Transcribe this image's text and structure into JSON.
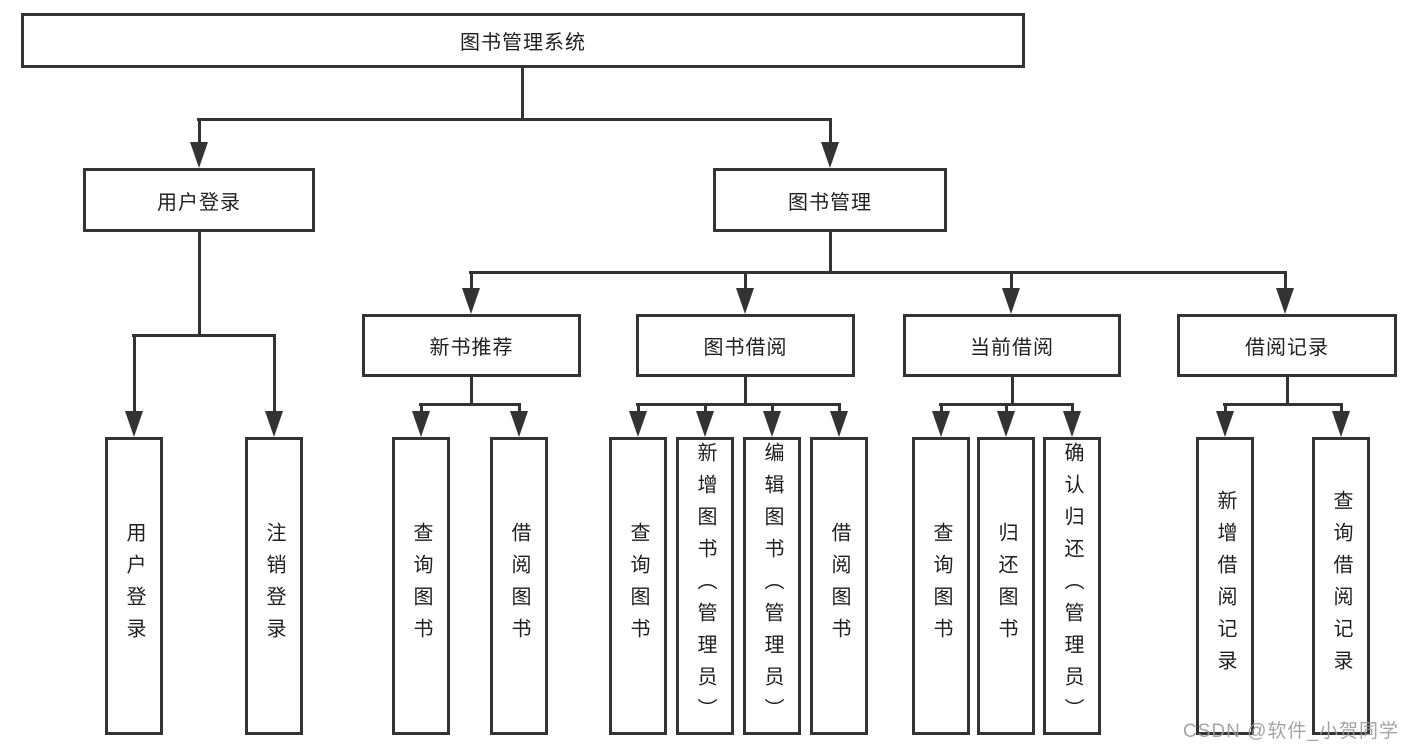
{
  "colors": {
    "line": "#333333",
    "text": "#1f1f1f",
    "box_background": "#ffffff",
    "page_background": "#ffffff",
    "watermark": "#9b9b9b"
  },
  "tree": {
    "root": {
      "label": "图书管理系统"
    },
    "branches": [
      {
        "label": "用户登录",
        "children": [
          {
            "label": "用户登录"
          },
          {
            "label": "注销登录"
          }
        ]
      },
      {
        "label": "图书管理",
        "children": [
          {
            "label": "新书推荐",
            "children": [
              {
                "label": "查询图书"
              },
              {
                "label": "借阅图书"
              }
            ]
          },
          {
            "label": "图书借阅",
            "children": [
              {
                "label": "查询图书"
              },
              {
                "label": "新增图书（管理员）"
              },
              {
                "label": "编辑图书（管理员）"
              },
              {
                "label": "借阅图书"
              }
            ]
          },
          {
            "label": "当前借阅",
            "children": [
              {
                "label": "查询图书"
              },
              {
                "label": "归还图书"
              },
              {
                "label": "确认归还（管理员）"
              }
            ]
          },
          {
            "label": "借阅记录",
            "children": [
              {
                "label": "新增借阅记录"
              },
              {
                "label": "查询借阅记录"
              }
            ]
          }
        ]
      }
    ]
  },
  "watermark": {
    "text": "CSDN @软件_小贺同学"
  }
}
